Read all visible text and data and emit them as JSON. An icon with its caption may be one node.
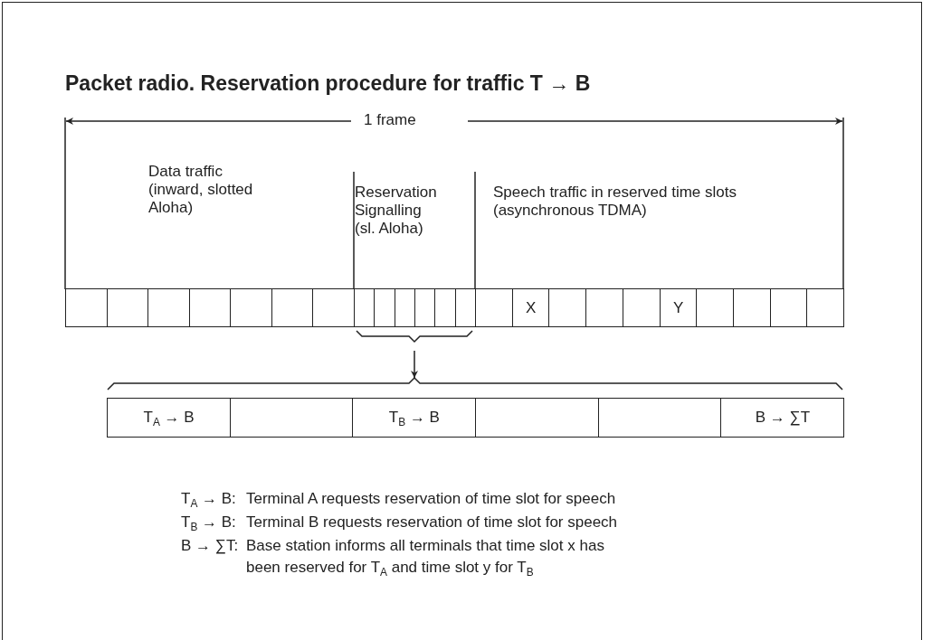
{
  "diagram": {
    "title": "Packet radio. Reservation procedure for traffic T → B",
    "nodes": [
      {
        "text": [
          "Data traffic (inward, slotted Aloha)"
        ]
      },
      {
        "text": [],
        "shape": "box",
        "in": 0
      },
      {
        "text": [],
        "shape": "box",
        "in": 0
      },
      {
        "text": [],
        "shape": "box",
        "in": 0
      },
      {
        "text": [],
        "shape": "box",
        "in": 0
      },
      {
        "text": [],
        "shape": "box",
        "in": 0
      },
      {
        "text": [],
        "shape": "box",
        "in": 0
      },
      {
        "text": [],
        "shape": "box",
        "in": 0
      },
      {
        "text": [
          "Reservation Signalling (sl. Aloha)"
        ]
      },
      {
        "text": [],
        "shape": "box",
        "in": 8
      },
      {
        "text": [],
        "shape": "box",
        "in": 8
      },
      {
        "text": [],
        "shape": "box",
        "in": 8
      },
      {
        "text": [],
        "shape": "box",
        "in": 8
      },
      {
        "text": [],
        "shape": "box",
        "in": 8
      },
      {
        "text": [],
        "shape": "box",
        "in": 8
      },
      {
        "text": [
          "Speech traffic in reserved time slots (asynchronous TDMA)"
        ]
      },
      {
        "text": [],
        "shape": "box",
        "in": 15
      },
      {
        "text": [
          "X"
        ],
        "in": 15
      },
      {
        "text": [],
        "shape": "box",
        "in": 15
      },
      {
        "text": [],
        "shape": "box",
        "in": 15
      },
      {
        "text": [],
        "shape": "box",
        "in": 15
      },
      {
        "text": [
          "Y"
        ],
        "in": 15
      },
      {
        "text": [],
        "shape": "box",
        "in": 15
      },
      {
        "text": [],
        "shape": "box",
        "in": 15
      },
      {
        "text": [],
        "shape": "box",
        "in": 15
      },
      {
        "text": [],
        "shape": "box",
        "in": 15
      },
      {
        "text": [],
        "shape": "bar"
      },
      {
        "text": [
          "T$_{A}$ → B"
        ],
        "in": 26
      },
      {
        "text": [],
        "shape": "box",
        "in": 26
      },
      {
        "text": [
          "T$_{B}$ → B"
        ],
        "in": 26
      },
      {
        "text": [],
        "shape": "box",
        "in": 26
      },
      {
        "text": [],
        "shape": "box",
        "in": 26
      },
      {
        "text": [
          "B → ∑T"
        ],
        "in": 26
      }
    ],
    "edges": [
      {
        "from": 8,
        "to": 26,
        "arrow": "to"
      }
    ],
    "labels": [
      "1 frame",
      "T$_{A}$ → B:",
      "Terminal A requests reservation of time slot for speech",
      "T$_{B}$ → B:",
      "Terminal B requests reservation of time slot for speech",
      "B → ∑T:",
      "Base station informs all terminals that time slot x has been reserved for T$_{A}$ and time slot y for T$_{B}$"
    ]
  }
}
